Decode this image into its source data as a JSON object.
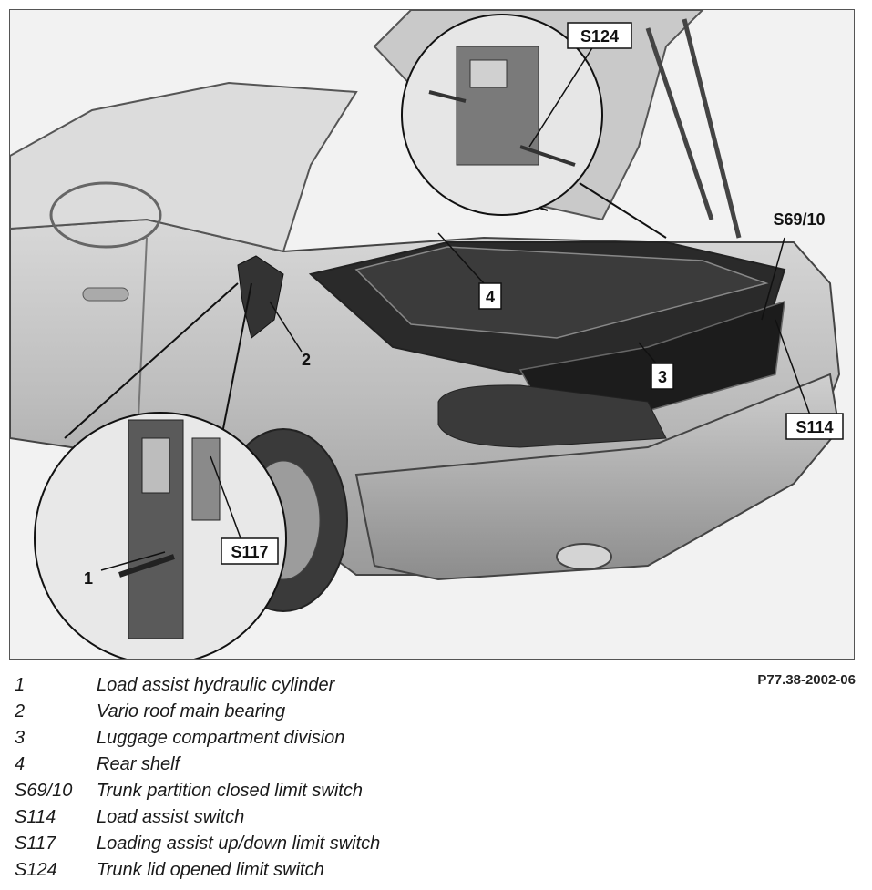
{
  "figure": {
    "reference": "P77.38-2002-06",
    "callouts": {
      "c1": "1",
      "c2": "2",
      "c3": "3",
      "c4": "4",
      "s124": "S124",
      "s69_10": "S69/10",
      "s114": "S114",
      "s117": "S117"
    }
  },
  "legend": [
    {
      "key": "1",
      "label": "Load assist hydraulic cylinder"
    },
    {
      "key": "2",
      "label": "Vario roof main bearing"
    },
    {
      "key": "3",
      "label": "Luggage compartment division"
    },
    {
      "key": "4",
      "label": "Rear shelf"
    },
    {
      "key": "S69/10",
      "label": "Trunk partition closed limit switch"
    },
    {
      "key": "S114",
      "label": "Load assist switch"
    },
    {
      "key": "S117",
      "label": "Loading assist up/down limit switch"
    },
    {
      "key": "S124",
      "label": "Trunk lid opened limit switch"
    }
  ]
}
